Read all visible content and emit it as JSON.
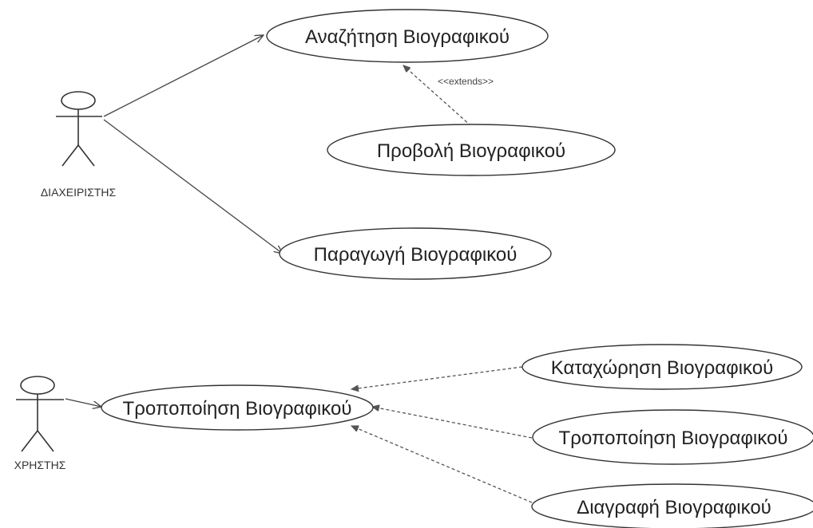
{
  "actors": {
    "admin": "ΔΙΑΧΕΙΡΙΣΤΗΣ",
    "user": "ΧΡΗΣΤΗΣ"
  },
  "use_cases": {
    "search": "Αναζήτηση Βιογραφικού",
    "view": "Προβολή Βιογραφικού",
    "generate": "Παραγωγή Βιογραφικού",
    "modify_main": "Τροποποίηση Βιογραφικού",
    "register": "Καταχώρηση Βιογραφικού",
    "modify": "Τροποποίηση Βιογραφικού",
    "delete": "Διαγραφή Βιογραφικού"
  },
  "relations": {
    "extends_label": "<<extends>>"
  },
  "colors": {
    "line": "#444444",
    "background": "#ffffff"
  }
}
